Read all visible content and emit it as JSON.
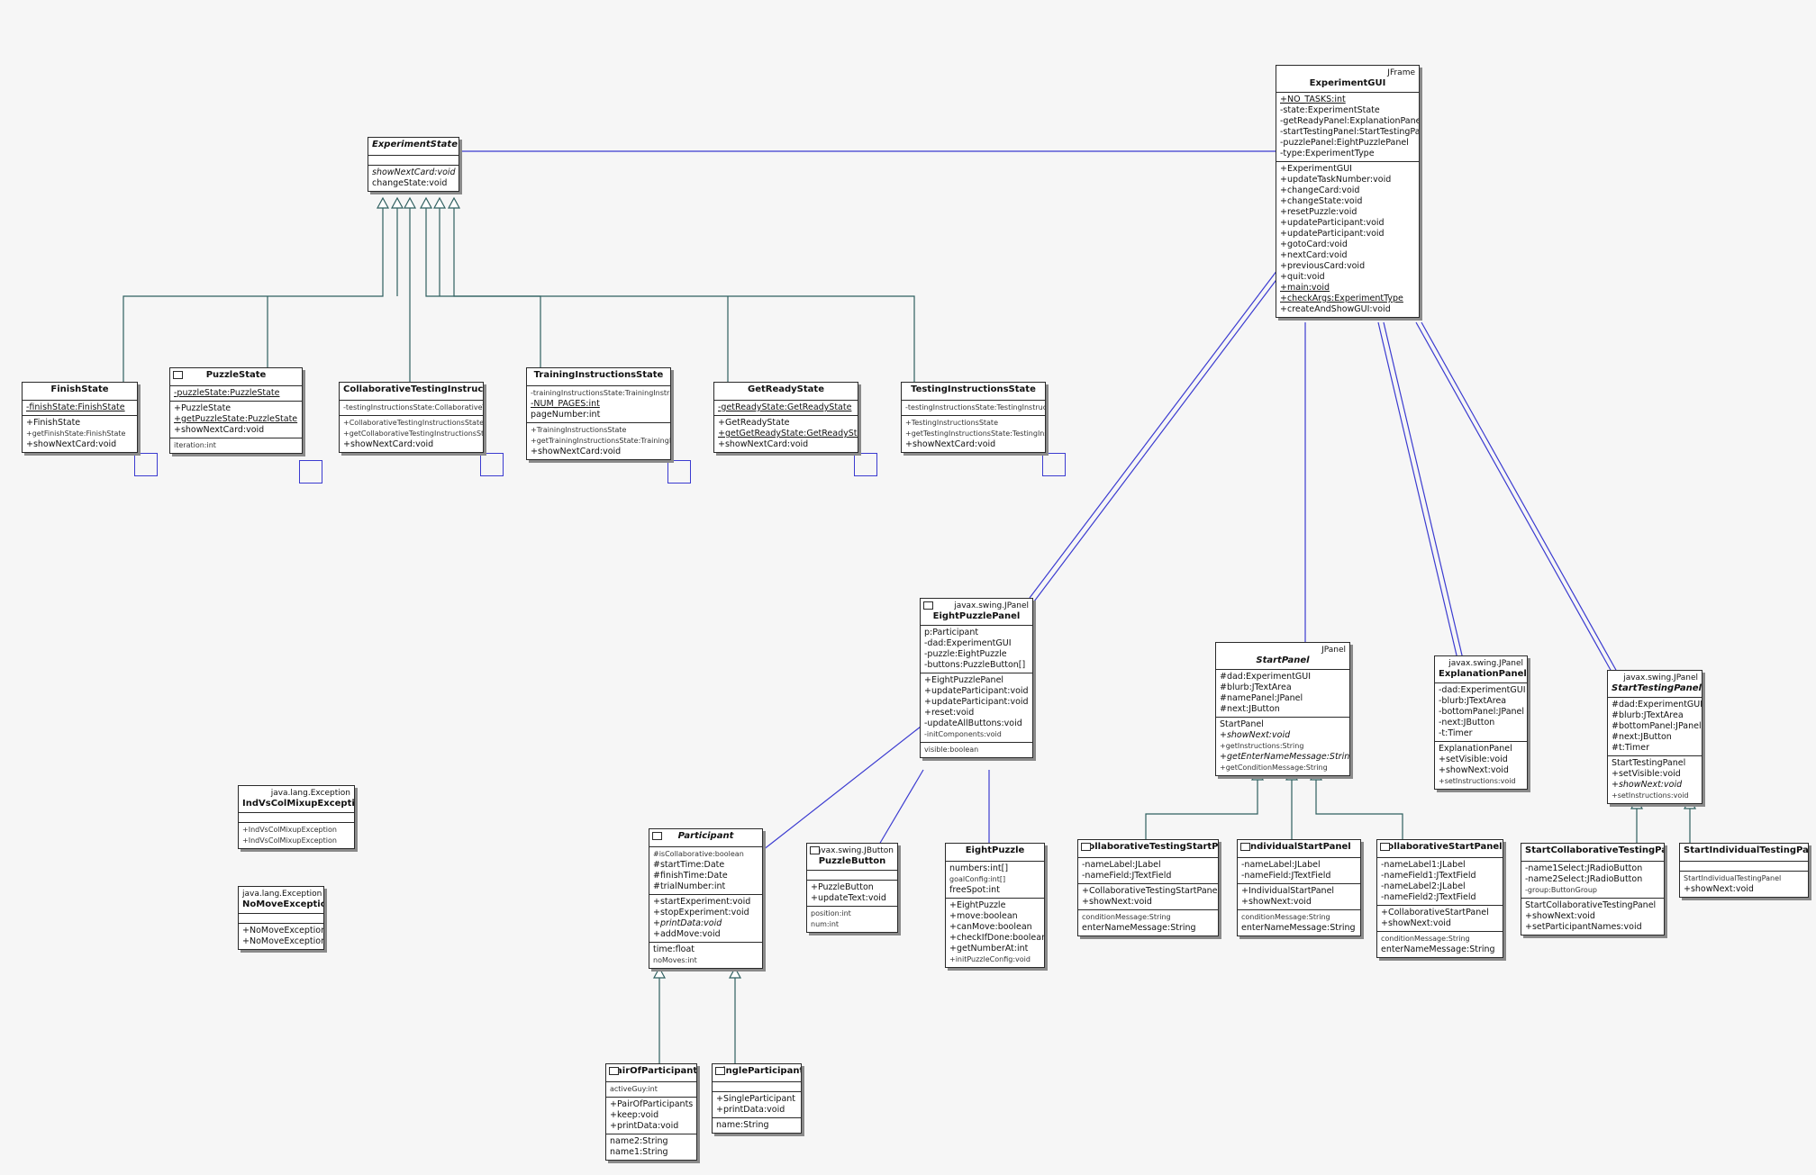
{
  "colors": {
    "association": "#3b3bd0",
    "generalization": "#2f5f5f",
    "background": "#f6f6f6"
  },
  "classes": {
    "experiment_gui": {
      "stereotype": "JFrame",
      "name": "ExperimentGUI",
      "sections": [
        [
          [
            "+NO_TASKS:int",
            "u"
          ],
          [
            "-state:ExperimentState",
            ""
          ],
          [
            "-getReadyPanel:ExplanationPanel",
            ""
          ],
          [
            "-startTestingPanel:StartTestingPanel",
            ""
          ],
          [
            "-puzzlePanel:EightPuzzlePanel",
            ""
          ],
          [
            "-type:ExperimentType",
            ""
          ]
        ],
        [
          [
            "+ExperimentGUI",
            ""
          ],
          [
            "+updateTaskNumber:void",
            ""
          ],
          [
            "+changeCard:void",
            ""
          ],
          [
            "+changeState:void",
            ""
          ],
          [
            "+resetPuzzle:void",
            ""
          ],
          [
            "+updateParticipant:void",
            ""
          ],
          [
            "+updateParticipant:void",
            ""
          ],
          [
            "+gotoCard:void",
            ""
          ],
          [
            "+nextCard:void",
            ""
          ],
          [
            "+previousCard:void",
            ""
          ],
          [
            "+quit:void",
            ""
          ],
          [
            "+main:void",
            "u"
          ],
          [
            "+checkArgs:ExperimentType",
            "u"
          ],
          [
            "+createAndShowGUI:void",
            ""
          ]
        ]
      ]
    },
    "experiment_state": {
      "stereotype": "",
      "name": "ExperimentState",
      "italic": true,
      "sections": [
        [],
        [
          [
            "showNextCard:void",
            "it"
          ],
          [
            "changeState:void",
            ""
          ]
        ]
      ]
    },
    "finish_state": {
      "stereotype": "",
      "name": "FinishState",
      "sections": [
        [
          [
            "-finishState:FinishState",
            "u"
          ]
        ],
        [
          [
            "+FinishState",
            ""
          ],
          [
            "+getFinishState:FinishState",
            "sm"
          ],
          [
            "+showNextCard:void",
            ""
          ]
        ]
      ]
    },
    "puzzle_state": {
      "stereotype": "",
      "name": "PuzzleState",
      "sections": [
        [
          [
            "-puzzleState:PuzzleState",
            "u"
          ]
        ],
        [
          [
            "+PuzzleState",
            ""
          ],
          [
            "+getPuzzleState:PuzzleState",
            "u"
          ],
          [
            "+showNextCard:void",
            ""
          ]
        ],
        [
          [
            "iteration:int",
            "sm"
          ]
        ]
      ]
    },
    "collab_testing_instructions_state": {
      "stereotype": "",
      "name": "CollaborativeTestingInstructi…",
      "sections": [
        [
          [
            "-testingInstructionsState:CollaborativeTestingInstructionsState",
            "sm"
          ]
        ],
        [
          [
            "+CollaborativeTestingInstructionsState",
            "sm"
          ],
          [
            "+getCollaborativeTestingInstructionsState",
            "sm"
          ],
          [
            "+showNextCard:void",
            ""
          ]
        ]
      ]
    },
    "training_instructions_state": {
      "stereotype": "",
      "name": "TrainingInstructionsState",
      "sections": [
        [
          [
            "-trainingInstructionsState:TrainingInstructionsState",
            "sm"
          ],
          [
            "-NUM_PAGES:int",
            "u"
          ],
          [
            "pageNumber:int",
            ""
          ]
        ],
        [
          [
            "+TrainingInstructionsState",
            "sm"
          ],
          [
            "+getTrainingInstructionsState:TrainingInstructionsState",
            "sm"
          ],
          [
            "+showNextCard:void",
            ""
          ]
        ]
      ]
    },
    "get_ready_state": {
      "stereotype": "",
      "name": "GetReadyState",
      "sections": [
        [
          [
            "-getReadyState:GetReadyState",
            "u"
          ]
        ],
        [
          [
            "+GetReadyState",
            ""
          ],
          [
            "+getGetReadyState:GetReadyState",
            "u"
          ],
          [
            "+showNextCard:void",
            ""
          ]
        ]
      ]
    },
    "testing_instructions_state": {
      "stereotype": "",
      "name": "TestingInstructionsState",
      "sections": [
        [
          [
            "-testingInstructionsState:TestingInstructionsState",
            "sm"
          ]
        ],
        [
          [
            "+TestingInstructionsState",
            "sm"
          ],
          [
            "+getTestingInstructionsState:TestingInstructionsState",
            "sm"
          ],
          [
            "+showNextCard:void",
            ""
          ]
        ]
      ]
    },
    "eight_puzzle_panel": {
      "stereotype": "javax.swing.JPanel",
      "name": "EightPuzzlePanel",
      "sections": [
        [
          [
            "p:Participant",
            ""
          ],
          [
            "-dad:ExperimentGUI",
            ""
          ],
          [
            "-puzzle:EightPuzzle",
            ""
          ],
          [
            "-buttons:PuzzleButton[]",
            ""
          ]
        ],
        [
          [
            "+EightPuzzlePanel",
            ""
          ],
          [
            "+updateParticipant:void",
            ""
          ],
          [
            "+updateParticipant:void",
            ""
          ],
          [
            "+reset:void",
            ""
          ],
          [
            "-updateAllButtons:void",
            ""
          ],
          [
            "-initComponents:void",
            "sm"
          ]
        ],
        [
          [
            "visible:boolean",
            "sm"
          ]
        ]
      ]
    },
    "start_panel": {
      "stereotype": "JPanel",
      "name": "StartPanel",
      "italic": true,
      "sections": [
        [
          [
            "#dad:ExperimentGUI",
            ""
          ],
          [
            "#blurb:JTextArea",
            ""
          ],
          [
            "#namePanel:JPanel",
            ""
          ],
          [
            "#next:JButton",
            ""
          ]
        ],
        [
          [
            "StartPanel",
            ""
          ],
          [
            "+showNext:void",
            "it"
          ],
          [
            "+getInstructions:String",
            "sm"
          ],
          [
            "+getEnterNameMessage:String",
            "it"
          ],
          [
            "+getConditionMessage:String",
            "sm"
          ]
        ]
      ]
    },
    "explanation_panel": {
      "stereotype": "javax.swing.JPanel",
      "name": "ExplanationPanel",
      "sections": [
        [
          [
            "-dad:ExperimentGUI",
            ""
          ],
          [
            "-blurb:JTextArea",
            ""
          ],
          [
            "-bottomPanel:JPanel",
            ""
          ],
          [
            "-next:JButton",
            ""
          ],
          [
            "-t:Timer",
            ""
          ]
        ],
        [
          [
            "ExplanationPanel",
            ""
          ],
          [
            "+setVisible:void",
            ""
          ],
          [
            "+showNext:void",
            ""
          ],
          [
            "+setInstructions:void",
            "sm"
          ]
        ]
      ]
    },
    "start_testing_panel": {
      "stereotype": "javax.swing.JPanel",
      "name": "StartTestingPanel",
      "italic": true,
      "sections": [
        [
          [
            "#dad:ExperimentGUI",
            ""
          ],
          [
            "#blurb:JTextArea",
            ""
          ],
          [
            "#bottomPanel:JPanel",
            ""
          ],
          [
            "#next:JButton",
            ""
          ],
          [
            "#t:Timer",
            ""
          ]
        ],
        [
          [
            "StartTestingPanel",
            ""
          ],
          [
            "+setVisible:void",
            ""
          ],
          [
            "+showNext:void",
            "it"
          ],
          [
            "+setInstructions:void",
            "sm"
          ]
        ]
      ]
    },
    "participant": {
      "stereotype": "",
      "name": "Participant",
      "italic": true,
      "sections": [
        [
          [
            "#isCollaborative:boolean",
            "sm"
          ],
          [
            "#startTime:Date",
            ""
          ],
          [
            "#finishTime:Date",
            ""
          ],
          [
            "#trialNumber:int",
            ""
          ]
        ],
        [
          [
            "+startExperiment:void",
            ""
          ],
          [
            "+stopExperiment:void",
            ""
          ],
          [
            "+printData:void",
            "it"
          ],
          [
            "+addMove:void",
            ""
          ]
        ],
        [
          [
            "time:float",
            ""
          ],
          [
            "noMoves:int",
            "sm"
          ]
        ]
      ]
    },
    "puzzle_button": {
      "stereotype": "javax.swing.JButton",
      "name": "PuzzleButton",
      "sections": [
        [],
        [
          [
            "+PuzzleButton",
            ""
          ],
          [
            "+updateText:void",
            ""
          ]
        ],
        [
          [
            "position:int",
            "sm"
          ],
          [
            "num:int",
            "sm"
          ]
        ]
      ]
    },
    "eight_puzzle": {
      "stereotype": "",
      "name": "EightPuzzle",
      "sections": [
        [
          [
            "numbers:int[]",
            ""
          ],
          [
            "goalConfig:int[]",
            "sm"
          ],
          [
            "freeSpot:int",
            ""
          ]
        ],
        [
          [
            "+EightPuzzle",
            ""
          ],
          [
            "+move:boolean",
            ""
          ],
          [
            "+canMove:boolean",
            ""
          ],
          [
            "+checkIfDone:boolean",
            ""
          ],
          [
            "+getNumberAt:int",
            ""
          ],
          [
            "+initPuzzleConfig:void",
            "sm"
          ]
        ]
      ]
    },
    "ind_vs_col_mixup_exception": {
      "stereotype": "java.lang.Exception",
      "name": "IndVsColMixupException",
      "sections": [
        [],
        [
          [
            "+IndVsColMixupException",
            "sm"
          ],
          [
            "+IndVsColMixupException",
            "sm"
          ]
        ]
      ]
    },
    "no_move_exception": {
      "stereotype": "java.lang.Exception",
      "name": "NoMoveException",
      "sections": [
        [],
        [
          [
            "+NoMoveException",
            ""
          ],
          [
            "+NoMoveException",
            ""
          ]
        ]
      ]
    },
    "collab_testing_start_panel": {
      "stereotype": "",
      "name": "CollaborativeTestingStartP…",
      "sections": [
        [
          [
            "-nameLabel:JLabel",
            ""
          ],
          [
            "-nameField:JTextField",
            ""
          ]
        ],
        [
          [
            "+CollaborativeTestingStartPanel",
            ""
          ],
          [
            "+showNext:void",
            ""
          ]
        ],
        [
          [
            "conditionMessage:String",
            "sm"
          ],
          [
            "enterNameMessage:String",
            ""
          ]
        ]
      ]
    },
    "individual_start_panel": {
      "stereotype": "",
      "name": "IndividualStartPanel",
      "sections": [
        [
          [
            "-nameLabel:JLabel",
            ""
          ],
          [
            "-nameField:JTextField",
            ""
          ]
        ],
        [
          [
            "+IndividualStartPanel",
            ""
          ],
          [
            "+showNext:void",
            ""
          ]
        ],
        [
          [
            "conditionMessage:String",
            "sm"
          ],
          [
            "enterNameMessage:String",
            ""
          ]
        ]
      ]
    },
    "collab_start_panel": {
      "stereotype": "",
      "name": "CollaborativeStartPanel",
      "sections": [
        [
          [
            "-nameLabel1:JLabel",
            ""
          ],
          [
            "-nameField1:JTextField",
            ""
          ],
          [
            "-nameLabel2:JLabel",
            ""
          ],
          [
            "-nameField2:JTextField",
            ""
          ]
        ],
        [
          [
            "+CollaborativeStartPanel",
            ""
          ],
          [
            "+showNext:void",
            ""
          ]
        ],
        [
          [
            "conditionMessage:String",
            "sm"
          ],
          [
            "enterNameMessage:String",
            ""
          ]
        ]
      ]
    },
    "start_collab_testing_panel": {
      "stereotype": "",
      "name": "StartCollaborativeTestingPan…",
      "sections": [
        [
          [
            "-name1Select:JRadioButton",
            ""
          ],
          [
            "-name2Select:JRadioButton",
            ""
          ],
          [
            "-group:ButtonGroup",
            "sm"
          ]
        ],
        [
          [
            "StartCollaborativeTestingPanel",
            ""
          ],
          [
            "+showNext:void",
            ""
          ],
          [
            "+setParticipantNames:void",
            ""
          ]
        ]
      ]
    },
    "start_individual_testing_panel": {
      "stereotype": "",
      "name": "StartIndividualTestingPanel",
      "sections": [
        [],
        [
          [
            "StartIndividualTestingPanel",
            "sm"
          ],
          [
            "+showNext:void",
            ""
          ]
        ]
      ]
    },
    "pair_of_participants": {
      "stereotype": "",
      "name": "PairOfParticipants",
      "sections": [
        [
          [
            "activeGuy:int",
            "sm"
          ]
        ],
        [
          [
            "+PairOfParticipants",
            ""
          ],
          [
            "+keep:void",
            ""
          ],
          [
            "+printData:void",
            ""
          ]
        ],
        [
          [
            "name2:String",
            ""
          ],
          [
            "name1:String",
            ""
          ]
        ]
      ]
    },
    "single_participant": {
      "stereotype": "",
      "name": "SingleParticipant",
      "sections": [
        [],
        [
          [
            "+SingleParticipant",
            ""
          ],
          [
            "+printData:void",
            ""
          ]
        ],
        [
          [
            "name:String",
            ""
          ]
        ]
      ]
    }
  }
}
